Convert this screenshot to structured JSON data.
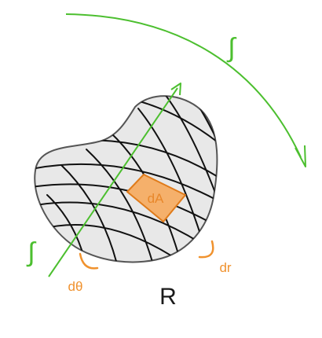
{
  "diagram": {
    "region_label": "R",
    "area_element_label": "dA",
    "radial_label": "dr",
    "angular_label": "dθ",
    "outer_integral_symbol": "∫",
    "inner_integral_symbol": "∫",
    "colors": {
      "region_fill": "#e8e8e8",
      "region_stroke": "#555555",
      "grid_lines": "#111111",
      "area_fill": "#f5b06b",
      "area_stroke": "#e07b1a",
      "accent_orange": "#f0922e",
      "accent_green": "#4cbf2f",
      "label_dark": "#1a1a1a"
    }
  }
}
